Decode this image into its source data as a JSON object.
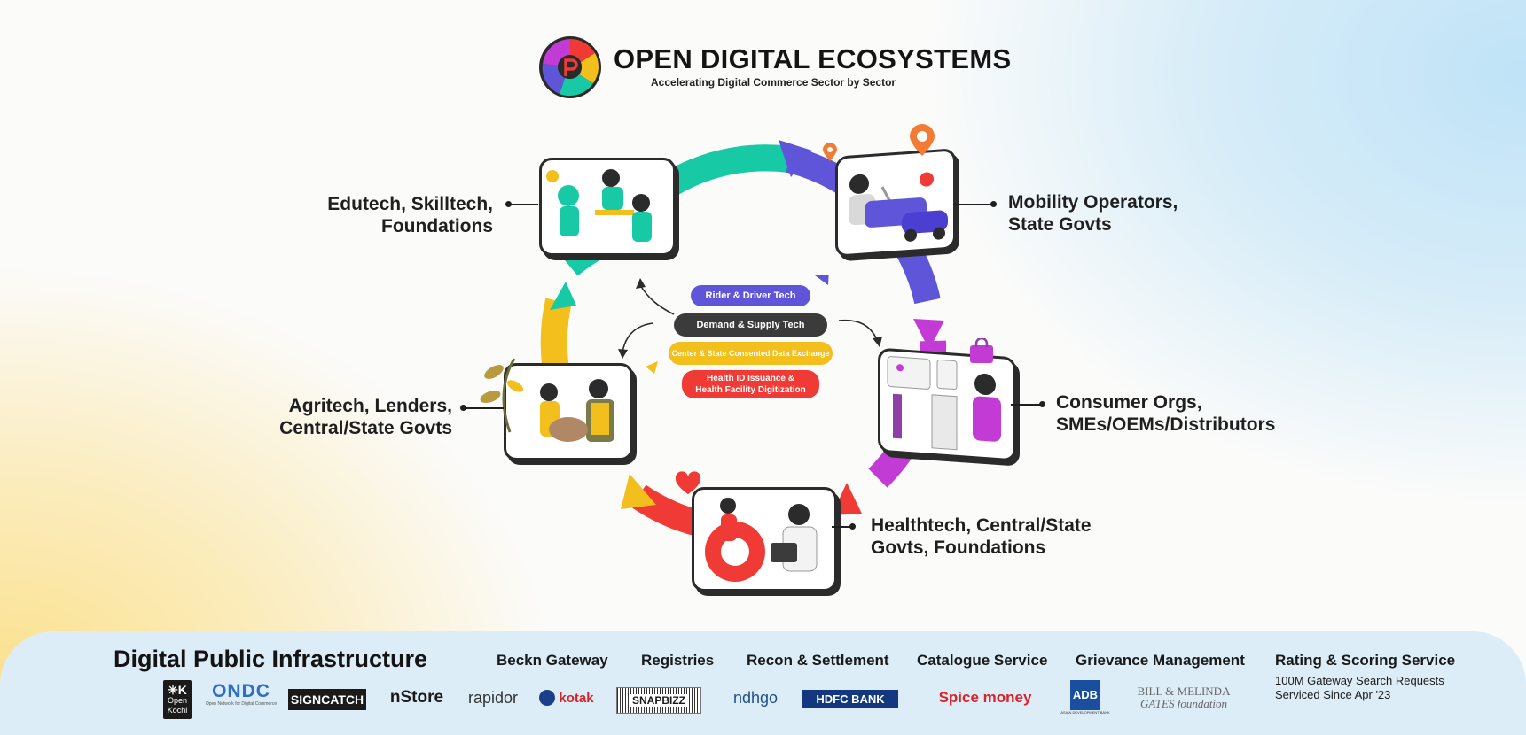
{
  "header": {
    "title": "OPEN DIGITAL ECOSYSTEMS",
    "subtitle": "Accelerating Digital Commerce Sector by Sector"
  },
  "sectors": {
    "edutech": [
      "Edutech, Skilltech,",
      "Foundations"
    ],
    "mobility": [
      "Mobility Operators,",
      "State Govts"
    ],
    "agritech": [
      "Agritech, Lenders,",
      "Central/State Govts"
    ],
    "consumer": [
      "Consumer Orgs,",
      "SMEs/OEMs/Distributors"
    ],
    "healthtech": [
      "Healthtech, Central/State",
      "Govts, Foundations"
    ]
  },
  "center": {
    "rider": "Rider & Driver Tech",
    "demand": "Demand & Supply Tech",
    "consent": "Center & State Consented Data Exchange",
    "health": [
      "Health ID Issuance &",
      "Health Facility Digitization"
    ]
  },
  "colors": {
    "teal": "#18c9a6",
    "purple": "#5e55d8",
    "magenta": "#c23bd4",
    "red": "#ef3a35",
    "yellow": "#f2bf1c",
    "dark": "#3b3b3b"
  },
  "dpi": {
    "title": "Digital Public Infrastructure",
    "services": [
      "Beckn Gateway",
      "Registries",
      "Recon & Settlement",
      "Catalogue Service",
      "Grievance Management",
      "Rating & Scoring Service"
    ],
    "stat": [
      "100M Gateway Search Requests",
      "Serviced Since Apr '23"
    ]
  },
  "partners": {
    "open_kochi": [
      "Open",
      "Kochi"
    ],
    "ondc": "ONDC",
    "ondc_sub": "Open Network for Digital Commerce",
    "signcatch": "SIGNCATCH",
    "nstore": "nStore",
    "rapidor": "rapidor",
    "kotak": "kotak",
    "snapbizz": "SNAPBIZZ",
    "ndhgo": "ndhgo",
    "hdfc": "HDFC BANK",
    "spice": "Spice money",
    "adb": "ADB",
    "adb_sub": "ASIAN DEVELOPMENT BANK",
    "gates": [
      "BILL & MELINDA",
      "GATES foundation"
    ]
  }
}
